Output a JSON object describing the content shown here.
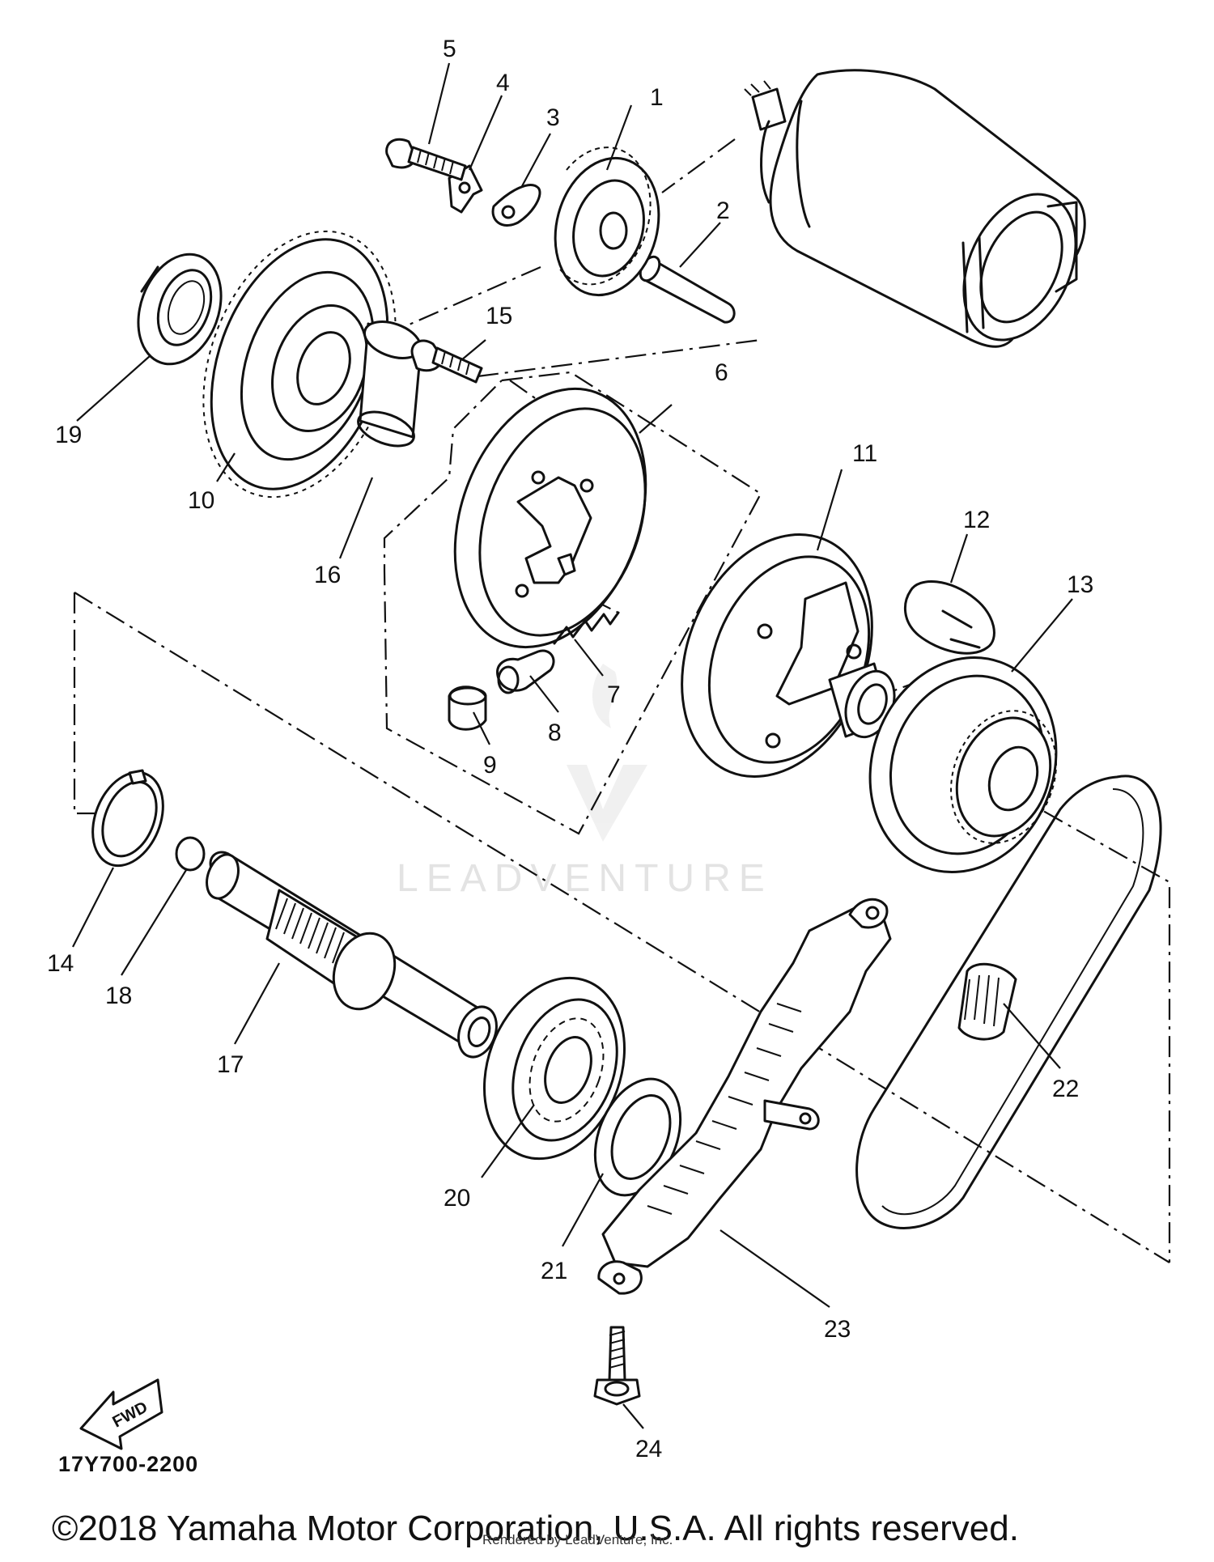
{
  "diagram": {
    "diagram_code": "17Y700-2200",
    "fwd_label": "FWD",
    "copyright": "©2018 Yamaha Motor Corporation, U.S.A. All rights reserved.",
    "credit": "Rendered by LeadVenture, Inc.",
    "watermark": "LEADVENTURE",
    "part_labels": [
      "1",
      "2",
      "3",
      "4",
      "5",
      "6",
      "7",
      "8",
      "9",
      "10",
      "11",
      "12",
      "13",
      "14",
      "15",
      "16",
      "17",
      "18",
      "19",
      "20",
      "21",
      "22",
      "23",
      "24"
    ]
  }
}
